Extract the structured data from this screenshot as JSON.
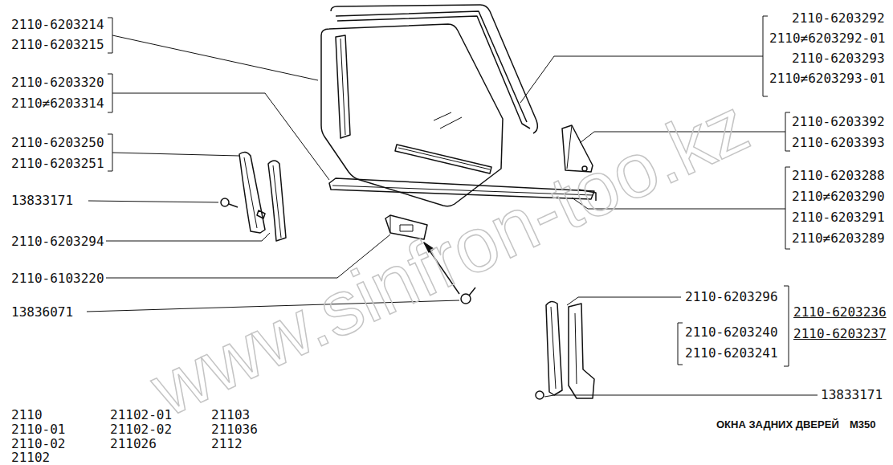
{
  "diagram": {
    "title": "ОКНА ЗАДНИХ ДВЕРЕЙ",
    "labels": [
      "2110-6203214",
      "2110-6203215",
      "2110-6203320",
      "2110≠6203314",
      "2110-6203250",
      "2110-6203251",
      "13833171",
      "2110-6203294",
      "2110-6103220",
      "13836071",
      "2110-6203292",
      "2110≠6203292-01",
      "2110-6203293",
      "2110≠6203293-01",
      "2110-6203392",
      "2110-6203393",
      "2110-6203288",
      "2110≠6203290",
      "2110-6203291",
      "2110≠6203289",
      "2110-6203296",
      "2110-6203236",
      "2110-6203237",
      "2110-6203240",
      "2110-6203241",
      "13833171",
      "2110",
      "2110-01",
      "2110-02",
      "21102",
      "21102-01",
      "21102-02",
      "211026",
      "21103",
      "211036",
      "2112",
      "M350",
      "www.sinfron-too.kz"
    ]
  }
}
